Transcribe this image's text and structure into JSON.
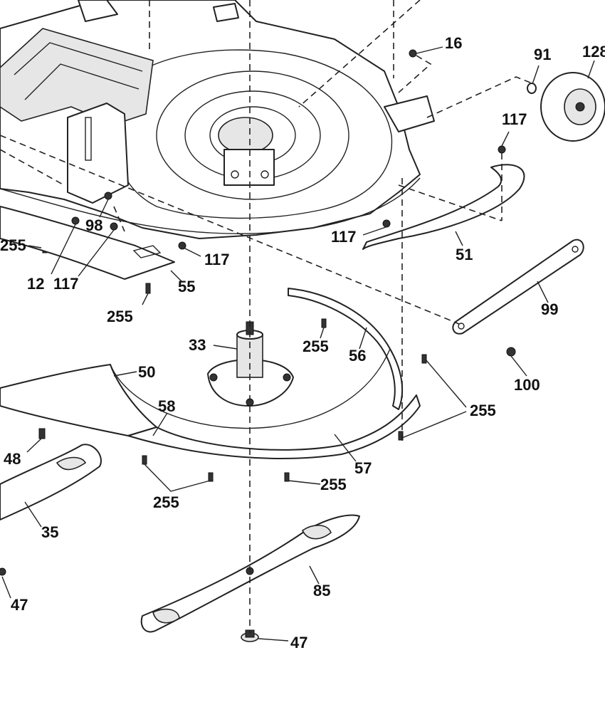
{
  "callouts": {
    "c16": "16",
    "c91": "91",
    "c128": "128",
    "c117a": "117",
    "c117b": "117",
    "c117c": "117",
    "c117d": "117",
    "c51": "51",
    "c98": "98",
    "c255a": "255",
    "c12": "12",
    "c55": "55",
    "c99": "99",
    "c255b": "255",
    "c255c": "255",
    "c56": "56",
    "c33": "33",
    "c100": "100",
    "c50": "50",
    "c58": "58",
    "c255d": "255",
    "c48": "48",
    "c57": "57",
    "c255e": "255",
    "c255f": "255",
    "c35": "35",
    "c85": "85",
    "c47a": "47",
    "c47b": "47"
  }
}
